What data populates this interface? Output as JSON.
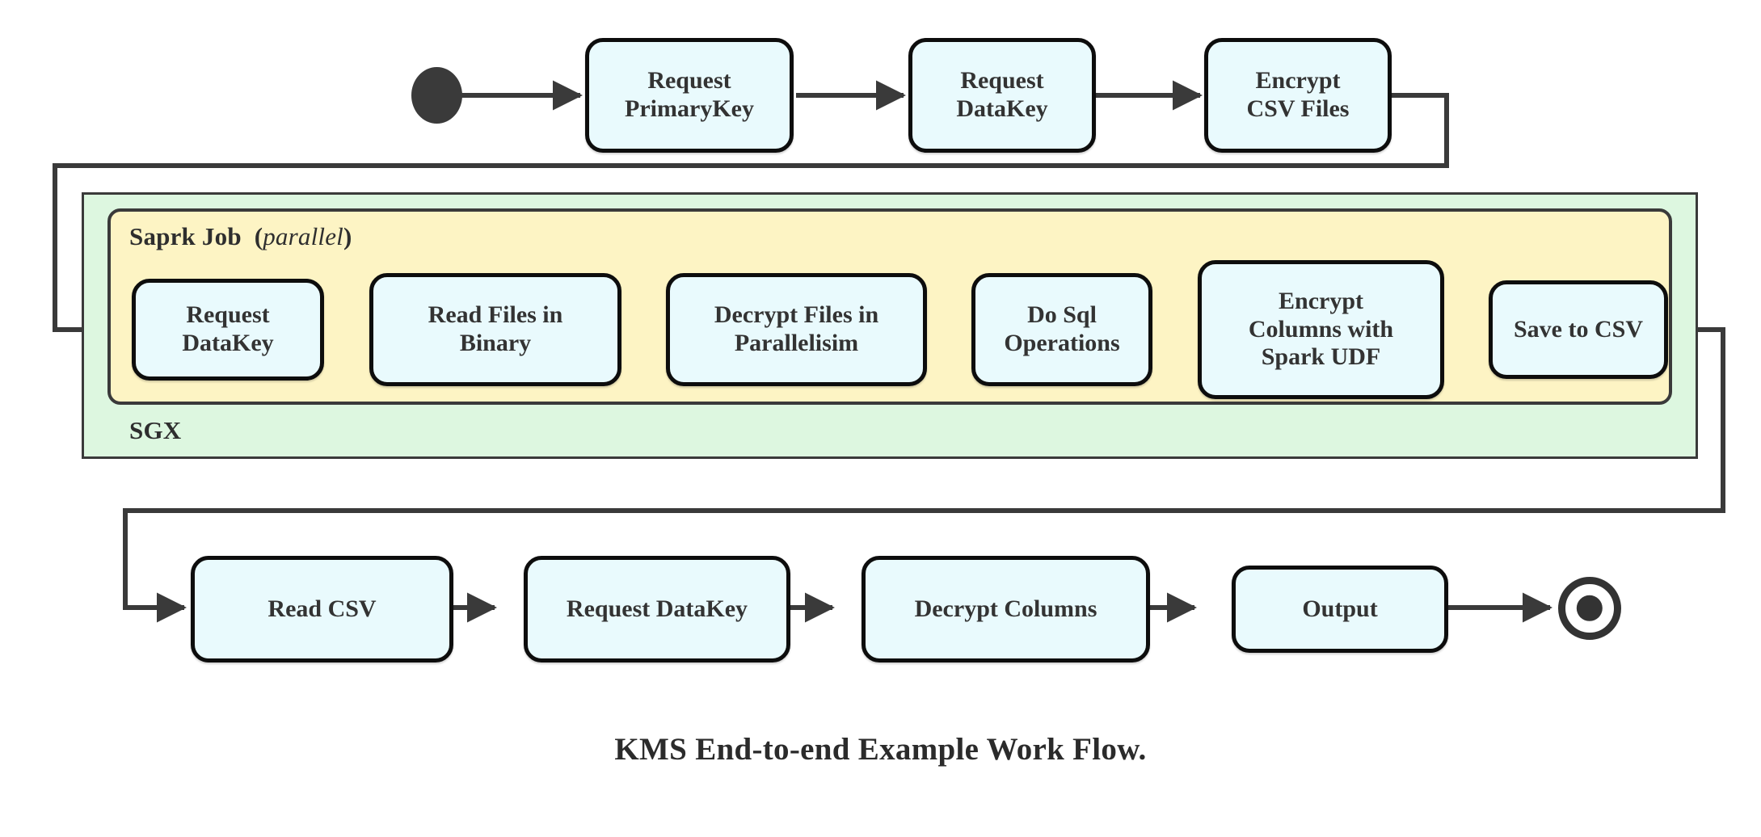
{
  "diagram": {
    "title": "KMS End-to-end Example Work Flow.",
    "type": "flowchart",
    "colors": {
      "node_fill": "#e9fafd",
      "node_stroke": "#0d0d0d",
      "sgx_fill": "#ddf7e0",
      "spark_fill": "#fdf4c4",
      "container_stroke": "#3a3a3a",
      "edge": "#3a3a3a",
      "text": "#333333",
      "page_background": "#ffffff"
    },
    "markers": {
      "start_label": "start-state",
      "end_label": "end-state"
    },
    "containers": [
      {
        "id": "sgx",
        "label": "SGX",
        "label_position": "bottom-left",
        "fill": "#ddf7e0"
      },
      {
        "id": "spark-job",
        "label_bold": "Saprk Job",
        "label_paren_open": "(",
        "label_italic": "parallel",
        "label_paren_close": ")",
        "label_position": "top-left",
        "fill": "#fdf4c4"
      }
    ],
    "rows": {
      "top": {
        "name": "initialization-row",
        "nodes": [
          {
            "id": "request-primarykey",
            "lines": [
              "Request",
              "PrimaryKey"
            ]
          },
          {
            "id": "request-datakey-top",
            "lines": [
              "Request",
              "DataKey"
            ]
          },
          {
            "id": "encrypt-csv-files",
            "lines": [
              "Encrypt",
              "CSV Files"
            ]
          }
        ]
      },
      "middle": {
        "name": "spark-job-row",
        "nodes": [
          {
            "id": "request-datakey-spark",
            "lines": [
              "Request",
              "DataKey"
            ]
          },
          {
            "id": "read-files-in-binary",
            "lines": [
              "Read Files in",
              "Binary"
            ]
          },
          {
            "id": "decrypt-files-in-parallelisim",
            "lines": [
              "Decrypt Files in",
              "Parallelisim"
            ]
          },
          {
            "id": "do-sql-operations",
            "lines": [
              "Do Sql",
              "Operations"
            ]
          },
          {
            "id": "encrypt-columns-with-spark-udf",
            "lines": [
              "Encrypt",
              "Columns with",
              "Spark UDF"
            ]
          },
          {
            "id": "save-to-csv",
            "lines": [
              "Save to CSV"
            ]
          }
        ]
      },
      "bottom": {
        "name": "consumption-row",
        "nodes": [
          {
            "id": "read-csv",
            "lines": [
              "Read CSV"
            ]
          },
          {
            "id": "request-datakey-bottom",
            "lines": [
              "Request DataKey"
            ]
          },
          {
            "id": "decrypt-columns",
            "lines": [
              "Decrypt Columns"
            ]
          },
          {
            "id": "output",
            "lines": [
              "Output"
            ]
          }
        ]
      }
    },
    "edges": [
      {
        "from": "start-state",
        "to": "request-primarykey",
        "style": "straight"
      },
      {
        "from": "request-primarykey",
        "to": "request-datakey-top",
        "style": "straight"
      },
      {
        "from": "request-datakey-top",
        "to": "encrypt-csv-files",
        "style": "straight"
      },
      {
        "from": "encrypt-csv-files",
        "to": "request-datakey-spark",
        "style": "orthogonal-wrap-left"
      },
      {
        "from": "request-datakey-spark",
        "to": "read-files-in-binary",
        "style": "straight"
      },
      {
        "from": "read-files-in-binary",
        "to": "decrypt-files-in-parallelisim",
        "style": "straight"
      },
      {
        "from": "decrypt-files-in-parallelisim",
        "to": "do-sql-operations",
        "style": "straight"
      },
      {
        "from": "do-sql-operations",
        "to": "encrypt-columns-with-spark-udf",
        "style": "straight"
      },
      {
        "from": "encrypt-columns-with-spark-udf",
        "to": "save-to-csv",
        "style": "straight"
      },
      {
        "from": "save-to-csv",
        "to": "read-csv",
        "style": "orthogonal-wrap-right"
      },
      {
        "from": "read-csv",
        "to": "request-datakey-bottom",
        "style": "straight"
      },
      {
        "from": "request-datakey-bottom",
        "to": "decrypt-columns",
        "style": "straight"
      },
      {
        "from": "decrypt-columns",
        "to": "output",
        "style": "straight"
      },
      {
        "from": "output",
        "to": "end-state",
        "style": "straight"
      }
    ]
  }
}
